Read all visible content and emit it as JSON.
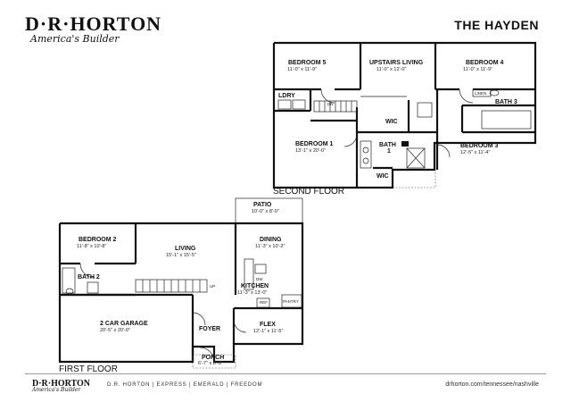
{
  "brand": {
    "logo_main": "D·R·HORTON",
    "logo_sub": "America's Builder"
  },
  "plan_name": "THE HAYDEN",
  "second_floor": {
    "label": "SECOND FLOOR",
    "rooms": {
      "bedroom5": {
        "name": "BEDROOM 5",
        "dims": "11'-0\" x 11'-9\""
      },
      "upstairs_living": {
        "name": "UPSTAIRS LIVING",
        "dims": "11'-0\" x 12'-0\""
      },
      "bedroom4": {
        "name": "BEDROOM 4",
        "dims": "11'-0\" x 11'-9\""
      },
      "ldry": {
        "name": "LDRY"
      },
      "bedroom1": {
        "name": "BEDROOM 1",
        "dims": "13'-1\" x 20'-0\""
      },
      "wic1": {
        "name": "WIC"
      },
      "bath1": {
        "name": "BATH",
        "num": "1"
      },
      "wic2": {
        "name": "WIC"
      },
      "bath3": {
        "name": "BATH 3"
      },
      "bedroom3": {
        "name": "BEDROOM 3",
        "dims": "12'-5\" x 11'-4\""
      },
      "linen": {
        "name": "LINEN"
      },
      "dn": {
        "name": "DN"
      }
    }
  },
  "first_floor": {
    "label": "FIRST FLOOR",
    "rooms": {
      "patio": {
        "name": "PATIO",
        "dims": "10'-0\" x 8'-0\""
      },
      "bedroom2": {
        "name": "BEDROOM 2",
        "dims": "11'-8\" x 10'-8\""
      },
      "living": {
        "name": "LIVING",
        "dims": "15'-1\" x 15'-5\""
      },
      "dining": {
        "name": "DINING",
        "dims": "11'-3\" x 10'-2\""
      },
      "bath2": {
        "name": "BATH 2"
      },
      "kitchen": {
        "name": "KITCHEN",
        "dims": "11'-3\" x 13'-0\""
      },
      "garage": {
        "name": "2 CAR GARAGE",
        "dims": "20'-5\" x 20'-0\""
      },
      "foyer": {
        "name": "FOYER"
      },
      "flex": {
        "name": "FLEX",
        "dims": "12'-1\" x 11'-5\""
      },
      "porch": {
        "name": "PORCH",
        "dims": "6'-7\" x 6'-3\""
      },
      "ref": {
        "name": "REF"
      },
      "pantry": {
        "name": "PANTRY"
      },
      "up": {
        "name": "UP"
      },
      "dw": {
        "name": "DW"
      }
    }
  },
  "footer": {
    "logo_main": "D·R·HORTON",
    "logo_sub": "America's Builder",
    "brands": "D.R. HORTON | EXPRESS | EMERALD | FREEDOM",
    "url": "drhorton.com/tennessee/nashville"
  }
}
